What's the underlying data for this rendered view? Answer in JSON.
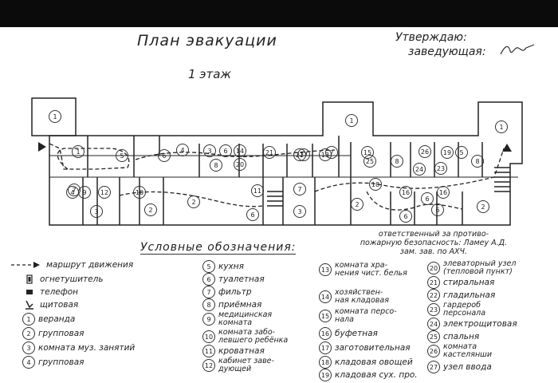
{
  "header": {
    "title": "План эвакуации",
    "floor": "1 этаж",
    "approval_line1": "Утверждаю:",
    "approval_line2": "заведующая:"
  },
  "responsible": {
    "line1": "ответственный за противо-",
    "line2": "пожарную безопасность: Ламеу А.Д.",
    "line3": "зам. зав. по АХЧ."
  },
  "legend": {
    "title": "Условные обозначения:",
    "symbols": [
      {
        "key": "route",
        "label": "маршрут движения"
      },
      {
        "key": "extinguisher",
        "label": "огнетушитель"
      },
      {
        "key": "phone",
        "label": "телефон"
      },
      {
        "key": "panel",
        "label": "щитовая"
      }
    ],
    "rooms": [
      {
        "n": "1",
        "label": "веранда"
      },
      {
        "n": "2",
        "label": "групповая"
      },
      {
        "n": "3",
        "label": "комната муз. занятий"
      },
      {
        "n": "4",
        "label": "групповая"
      },
      {
        "n": "5",
        "label": "кухня"
      },
      {
        "n": "6",
        "label": "туалетная"
      },
      {
        "n": "7",
        "label": "фильтр"
      },
      {
        "n": "8",
        "label": "приёмная"
      },
      {
        "n": "9",
        "label": "медицинская",
        "label2": "комната"
      },
      {
        "n": "10",
        "label": "комната забо-",
        "label2": "левшего ребёнка"
      },
      {
        "n": "11",
        "label": "кроватная"
      },
      {
        "n": "12",
        "label": "кабинет заве-",
        "label2": "дующей"
      },
      {
        "n": "13",
        "label": "комната хра-",
        "label2": "нения чист. белья"
      },
      {
        "n": "14",
        "label": "хозяйствен-",
        "label2": "ная кладовая"
      },
      {
        "n": "15",
        "label": "комната персо-",
        "label2": "нала"
      },
      {
        "n": "16",
        "label": "буфетная"
      },
      {
        "n": "17",
        "label": "заготовительная"
      },
      {
        "n": "18",
        "label": "кладовая овощей"
      },
      {
        "n": "19",
        "label": "кладовая сух. про."
      },
      {
        "n": "20",
        "label": "элеваторный узел",
        "label2": "(тепловой пункт)"
      },
      {
        "n": "21",
        "label": "стиральная"
      },
      {
        "n": "22",
        "label": "гладильная"
      },
      {
        "n": "23",
        "label": "гардероб",
        "label2": "персонала"
      },
      {
        "n": "24",
        "label": "электрощитовая"
      },
      {
        "n": "25",
        "label": "спальня"
      },
      {
        "n": "26",
        "label": "комната",
        "label2": "кастелянши"
      },
      {
        "n": "27",
        "label": "узел ввода"
      }
    ]
  },
  "plan_labels": [
    "1",
    "1",
    "1",
    "1",
    "7",
    "5",
    "4",
    "3",
    "6",
    "8",
    "2",
    "6",
    "11",
    "9",
    "3",
    "10",
    "12",
    "20",
    "21",
    "22",
    "13",
    "14",
    "7",
    "3",
    "6",
    "2",
    "25",
    "8",
    "24",
    "23",
    "6",
    "26",
    "5",
    "8",
    "16",
    "6",
    "2",
    "17",
    "19",
    "16",
    "18",
    "15",
    "6",
    "2",
    "4",
    "7"
  ]
}
